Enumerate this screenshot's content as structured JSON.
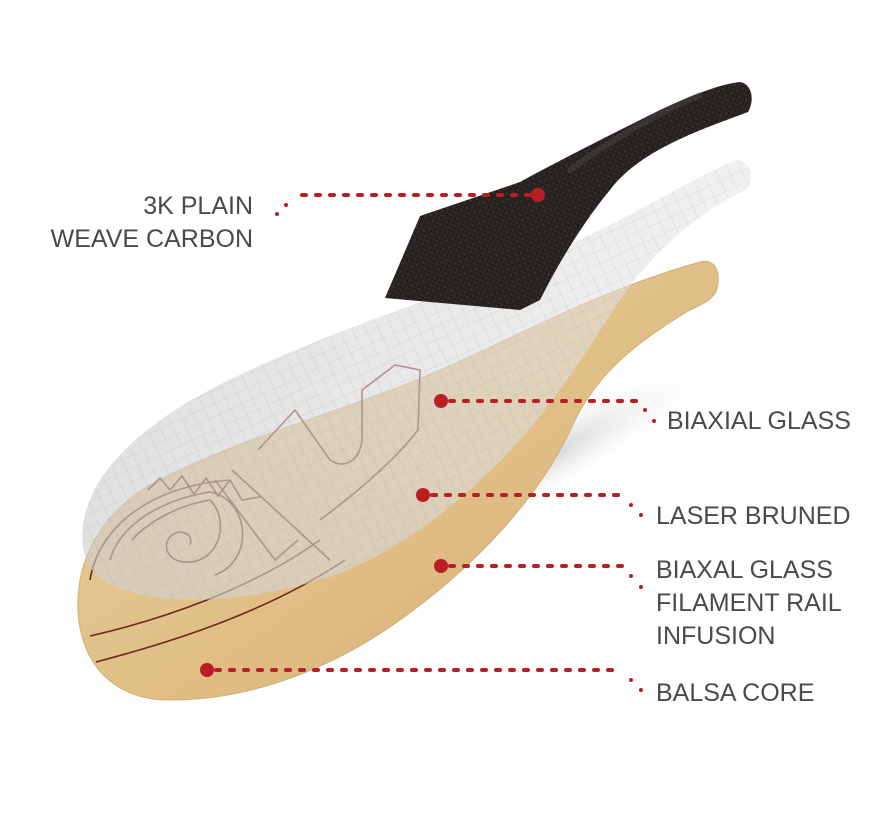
{
  "diagram": {
    "subject": "paddle construction layers",
    "accent_color": "#b81f24",
    "text_color": "#4a4a4a",
    "callouts": [
      {
        "id": "carbon",
        "lines": [
          "3K PLAIN",
          "WEAVE CARBON"
        ],
        "align": "right"
      },
      {
        "id": "biaxial",
        "lines": [
          "BIAXIAL GLASS"
        ],
        "align": "left"
      },
      {
        "id": "laser",
        "lines": [
          "LASER BRUNED"
        ],
        "align": "left"
      },
      {
        "id": "rail",
        "lines": [
          "BIAXAL GLASS",
          "FILAMENT RAIL",
          "INFUSION"
        ],
        "align": "left"
      },
      {
        "id": "balsa",
        "lines": [
          "BALSA CORE"
        ],
        "align": "left"
      }
    ],
    "layers": [
      {
        "name": "carbon-shaft-layer",
        "color": "#2a2624"
      },
      {
        "name": "glass-layer",
        "color": "#d9d9d9"
      },
      {
        "name": "balsa-core-layer",
        "color": "#e2c48c"
      }
    ]
  }
}
